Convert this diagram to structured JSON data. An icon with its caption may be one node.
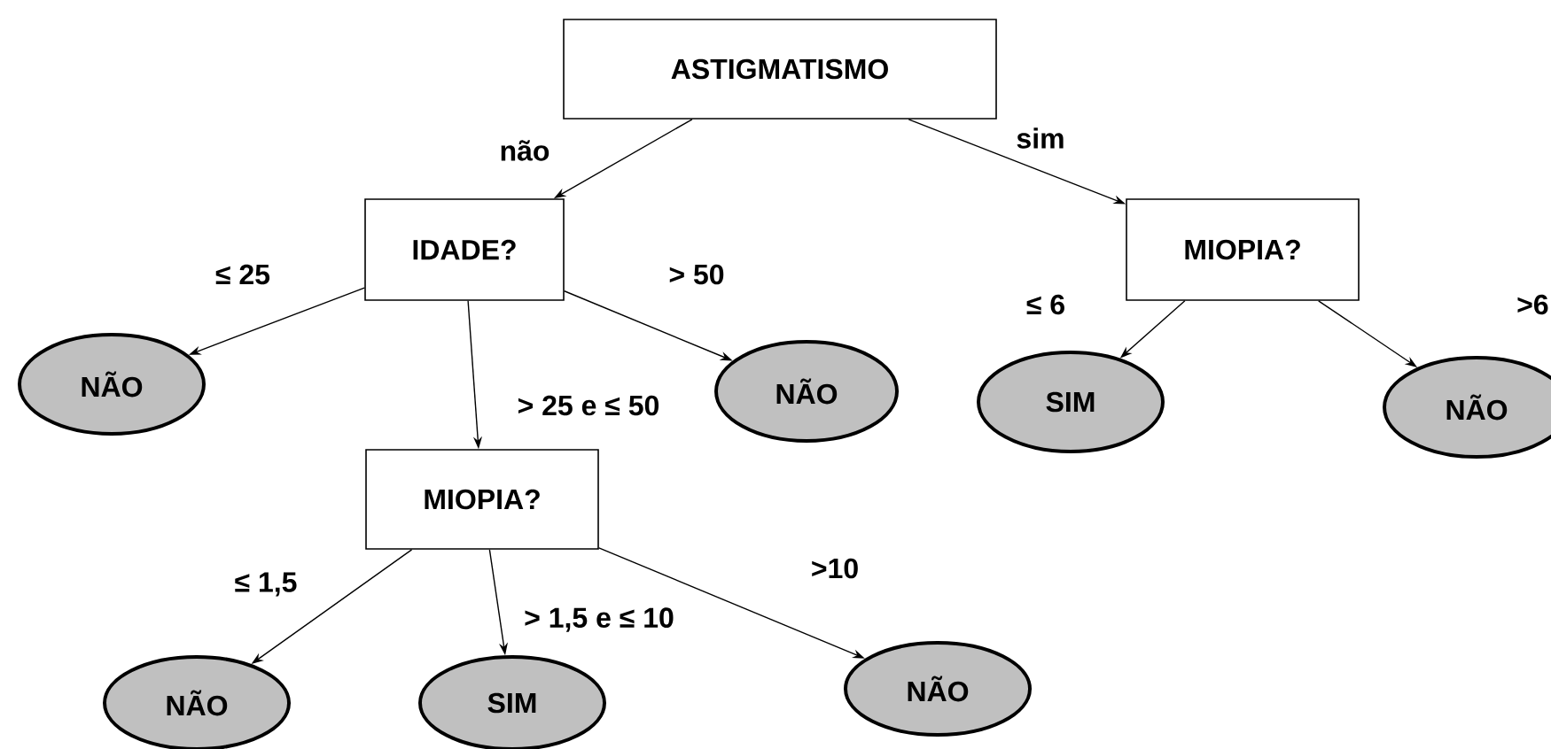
{
  "diagram": {
    "nodes": [
      {
        "text": [
          "ASTIGMATISMO"
        ]
      },
      {
        "text": [
          "IDADE?"
        ]
      },
      {
        "text": [
          "MIOPIA?"
        ]
      },
      {
        "text": [
          "NÃO"
        ]
      },
      {
        "text": [
          "NÃO"
        ]
      },
      {
        "text": [
          "MIOPIA?"
        ]
      },
      {
        "text": [
          "SIM"
        ]
      },
      {
        "text": [
          "NÃO"
        ]
      },
      {
        "text": [
          "NÃO"
        ]
      },
      {
        "text": [
          "SIM"
        ]
      },
      {
        "text": [
          "NÃO"
        ]
      }
    ],
    "edges": [
      {
        "from": 0,
        "to": 1,
        "arrow": "to",
        "label": "não"
      },
      {
        "from": 0,
        "to": 2,
        "arrow": "to",
        "label": "sim"
      },
      {
        "from": 1,
        "to": 3,
        "arrow": "to",
        "label": "≤ 25"
      },
      {
        "from": 1,
        "to": 4,
        "arrow": "to",
        "label": "> 50"
      },
      {
        "from": 1,
        "to": 5,
        "arrow": "to",
        "label": "> 25 e ≤ 50"
      },
      {
        "from": 2,
        "to": 6,
        "arrow": "to",
        "label": "≤ 6"
      },
      {
        "from": 2,
        "to": 7,
        "arrow": "to",
        "label": ">6"
      },
      {
        "from": 5,
        "to": 8,
        "arrow": "to",
        "label": "≤ 1,5"
      },
      {
        "from": 5,
        "to": 9,
        "arrow": "to",
        "label": "> 1,5 e ≤ 10"
      },
      {
        "from": 5,
        "to": 10,
        "arrow": "to",
        "label": ">10"
      }
    ]
  }
}
